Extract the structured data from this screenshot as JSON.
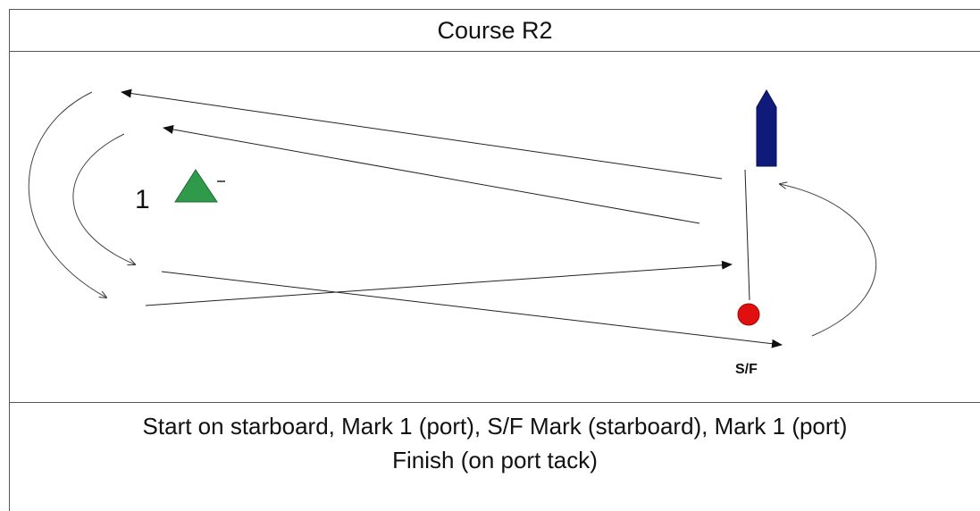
{
  "header": {
    "title": "Course R2"
  },
  "diagram": {
    "mark_number": "1",
    "sf_label": "S/F",
    "colors": {
      "mark1": "#2e9a4a",
      "sf_mark": "#e01010",
      "committee_boat": "#101a7a",
      "lines": "#222222"
    },
    "icons": [
      "mark-1-triangle-icon",
      "sf-mark-icon",
      "committee-boat-icon"
    ]
  },
  "footer": {
    "line1": "Start on starboard,  Mark 1 (port), S/F Mark (starboard), Mark 1 (port)",
    "line2": "Finish (on port tack)"
  }
}
